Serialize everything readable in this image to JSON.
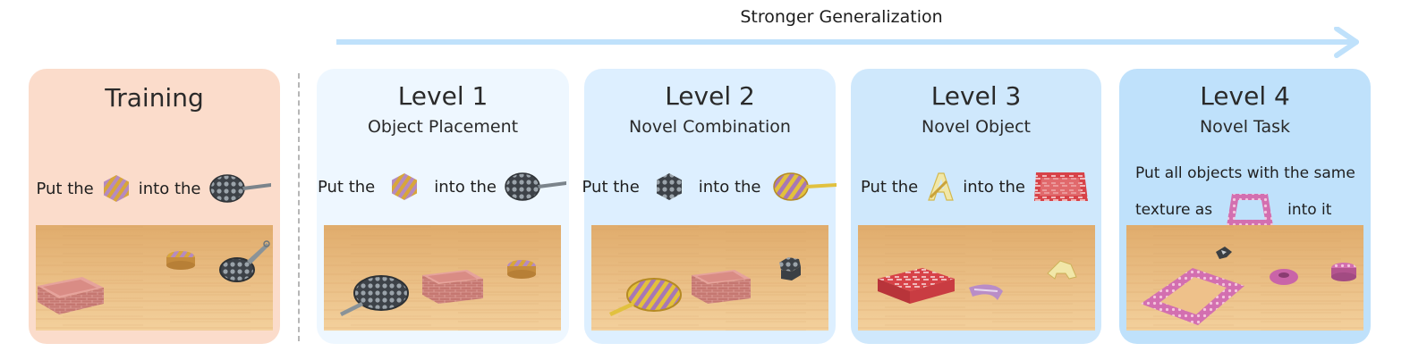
{
  "header": {
    "title": "Stronger Generalization"
  },
  "panels": {
    "training": {
      "title": "Training",
      "instruction": {
        "prefix": "Put the",
        "middle": "into the"
      }
    },
    "level1": {
      "title": "Level 1",
      "subtitle": "Object Placement",
      "instruction": {
        "prefix": "Put the",
        "middle": "into the"
      }
    },
    "level2": {
      "title": "Level 2",
      "subtitle": "Novel Combination",
      "instruction": {
        "prefix": "Put the",
        "middle": "into the"
      }
    },
    "level3": {
      "title": "Level 3",
      "subtitle": "Novel Object",
      "instruction": {
        "prefix": "Put the",
        "middle": "into the"
      }
    },
    "level4": {
      "title": "Level 4",
      "subtitle": "Novel Task",
      "instruction": {
        "line1": "Put all objects with the same",
        "line2_prefix": "texture as",
        "line2_suffix": "into it"
      }
    }
  },
  "colors": {
    "training_bg": "#fbdccb",
    "level1_bg": "#eef7ff",
    "level2_bg": "#ddefff",
    "level3_bg": "#cfe8fc",
    "level4_bg": "#bfe1fb",
    "arrow": "#bfe1fb"
  }
}
